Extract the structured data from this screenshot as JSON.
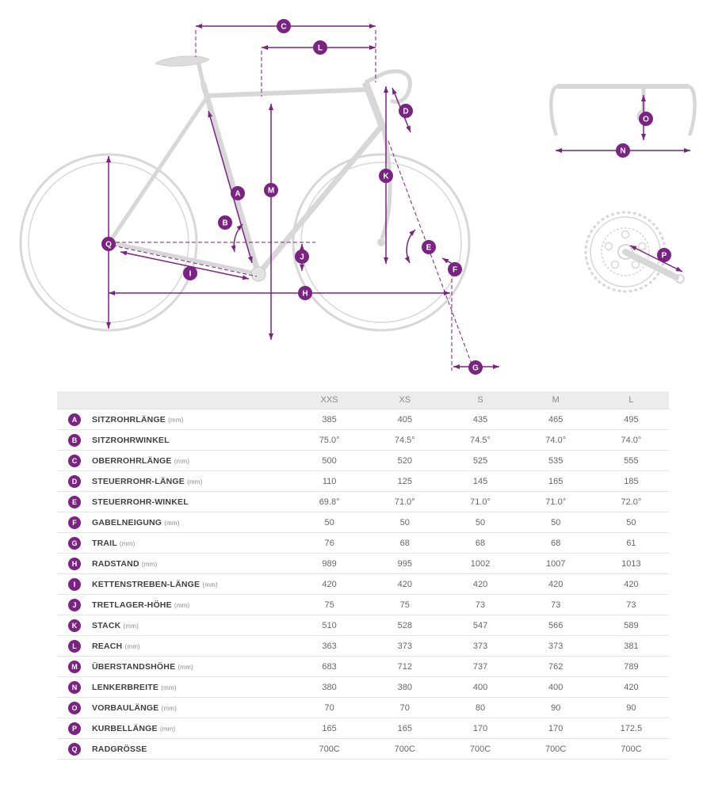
{
  "accent_color": "#7a2382",
  "badges": {
    "A": "A",
    "B": "B",
    "C": "C",
    "D": "D",
    "E": "E",
    "F": "F",
    "G": "G",
    "H": "H",
    "I": "I",
    "J": "J",
    "K": "K",
    "L": "L",
    "M": "M",
    "N": "N",
    "O": "O",
    "P": "P",
    "Q": "Q"
  },
  "table": {
    "columns": [
      "XXS",
      "XS",
      "S",
      "M",
      "L"
    ],
    "rows": [
      {
        "key": "A",
        "label": "SITZROHRLÄNGE",
        "unit": "(mm)",
        "values": [
          "385",
          "405",
          "435",
          "465",
          "495"
        ]
      },
      {
        "key": "B",
        "label": "SITZROHRWINKEL",
        "unit": "",
        "values": [
          "75.0°",
          "74.5°",
          "74.5°",
          "74.0°",
          "74.0°"
        ]
      },
      {
        "key": "C",
        "label": "OBERROHRLÄNGE",
        "unit": "(mm)",
        "values": [
          "500",
          "520",
          "525",
          "535",
          "555"
        ]
      },
      {
        "key": "D",
        "label": "STEUERROHR-LÄNGE",
        "unit": "(mm)",
        "values": [
          "110",
          "125",
          "145",
          "165",
          "185"
        ]
      },
      {
        "key": "E",
        "label": "STEUERROHR-WINKEL",
        "unit": "",
        "values": [
          "69.8°",
          "71.0°",
          "71.0°",
          "71.0°",
          "72.0°"
        ]
      },
      {
        "key": "F",
        "label": "GABELNEIGUNG",
        "unit": "(mm)",
        "values": [
          "50",
          "50",
          "50",
          "50",
          "50"
        ]
      },
      {
        "key": "G",
        "label": "TRAIL",
        "unit": "(mm)",
        "values": [
          "76",
          "68",
          "68",
          "68",
          "61"
        ]
      },
      {
        "key": "H",
        "label": "RADSTAND",
        "unit": "(mm)",
        "values": [
          "989",
          "995",
          "1002",
          "1007",
          "1013"
        ]
      },
      {
        "key": "I",
        "label": "KETTENSTREBEN-LÄNGE",
        "unit": "(mm)",
        "values": [
          "420",
          "420",
          "420",
          "420",
          "420"
        ]
      },
      {
        "key": "J",
        "label": "TRETLAGER-HÖHE",
        "unit": "(mm)",
        "values": [
          "75",
          "75",
          "73",
          "73",
          "73"
        ]
      },
      {
        "key": "K",
        "label": "STACK",
        "unit": "(mm)",
        "values": [
          "510",
          "528",
          "547",
          "566",
          "589"
        ]
      },
      {
        "key": "L",
        "label": "REACH",
        "unit": "(mm)",
        "values": [
          "363",
          "373",
          "373",
          "373",
          "381"
        ]
      },
      {
        "key": "M",
        "label": "ÜBERSTANDSHÖHE",
        "unit": "(mm)",
        "values": [
          "683",
          "712",
          "737",
          "762",
          "789"
        ]
      },
      {
        "key": "N",
        "label": "LENKERBREITE",
        "unit": "(mm)",
        "values": [
          "380",
          "380",
          "400",
          "400",
          "420"
        ]
      },
      {
        "key": "O",
        "label": "VORBAULÄNGE",
        "unit": "(mm)",
        "values": [
          "70",
          "70",
          "80",
          "90",
          "90"
        ]
      },
      {
        "key": "P",
        "label": "KURBELLÄNGE",
        "unit": "(mm)",
        "values": [
          "165",
          "165",
          "170",
          "170",
          "172.5"
        ]
      },
      {
        "key": "Q",
        "label": "RADGRÖSSE",
        "unit": "",
        "values": [
          "700C",
          "700C",
          "700C",
          "700C",
          "700C"
        ]
      }
    ]
  }
}
